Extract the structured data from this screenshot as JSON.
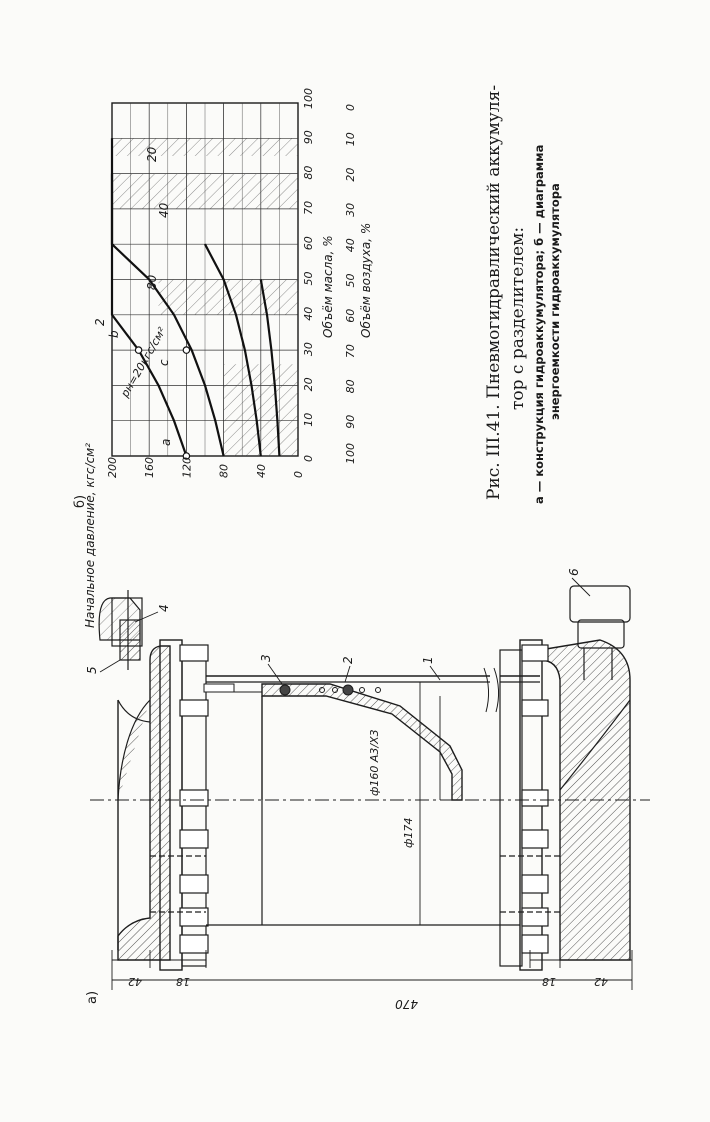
{
  "figure": {
    "panel_a_label": "а)",
    "panel_b_label": "б)",
    "caption_line1": "Рис. III.41. Пневмогидравлический аккумуля-",
    "caption_line2": "тор с разделителем:",
    "caption_line3": "а — конструкция гидроаккумулятора; б — диаграмма",
    "caption_line4": "энергоемкости гидроаккумулятора"
  },
  "drawing": {
    "callouts": [
      "1",
      "2",
      "3",
      "4",
      "5",
      "6"
    ],
    "dimensions": {
      "overall_length": "470",
      "flange_left": "42",
      "flange_left_inner": "18",
      "flange_right_inner": "18",
      "flange_right": "42",
      "bore_diameter": "ф174",
      "piston_diameter": "ф160 А3/Х3"
    }
  },
  "chart_data": {
    "type": "line",
    "xlabel": "Объём масла, %",
    "x2label": "Объём воздуха, %",
    "ylabel": "Начальное давление, кгс/см²",
    "x_ticks": [
      "0",
      "10",
      "20",
      "30",
      "40",
      "50",
      "60",
      "70",
      "80",
      "90",
      "100"
    ],
    "x2_ticks": [
      "100",
      "90",
      "80",
      "70",
      "60",
      "50",
      "40",
      "30",
      "20",
      "10",
      "0"
    ],
    "y_ticks": [
      "0",
      "40",
      "80",
      "120",
      "160",
      "200"
    ],
    "xlim": [
      0,
      100
    ],
    "ylim": [
      0,
      200
    ],
    "grid": true,
    "series_label": "pн=20кгс/см²",
    "series": [
      {
        "name": "20",
        "x": [
          0,
          10,
          20,
          30,
          40,
          50,
          60,
          70,
          80,
          90
        ],
        "y": [
          120,
          133.3,
          150,
          171.4,
          200,
          240,
          300,
          400,
          600,
          1200
        ]
      },
      {
        "name": "40",
        "x": [
          0,
          10,
          20,
          30,
          40,
          50,
          60,
          70,
          80
        ],
        "y": [
          80,
          88.9,
          100,
          114.3,
          133.3,
          160,
          200,
          266.7,
          400
        ]
      },
      {
        "name": "80",
        "x": [
          0,
          10,
          20,
          30,
          40,
          50,
          60
        ],
        "y": [
          40,
          44.4,
          50,
          57.1,
          66.7,
          80,
          100
        ]
      },
      {
        "name": "120",
        "x": [
          0,
          10,
          20,
          30,
          40,
          50
        ],
        "y": [
          20,
          22.2,
          25,
          28.6,
          33.3,
          40
        ]
      }
    ],
    "point_labels": [
      "а",
      "с",
      "b",
      "2"
    ],
    "curve_labels": [
      "80",
      "40",
      "20"
    ]
  }
}
